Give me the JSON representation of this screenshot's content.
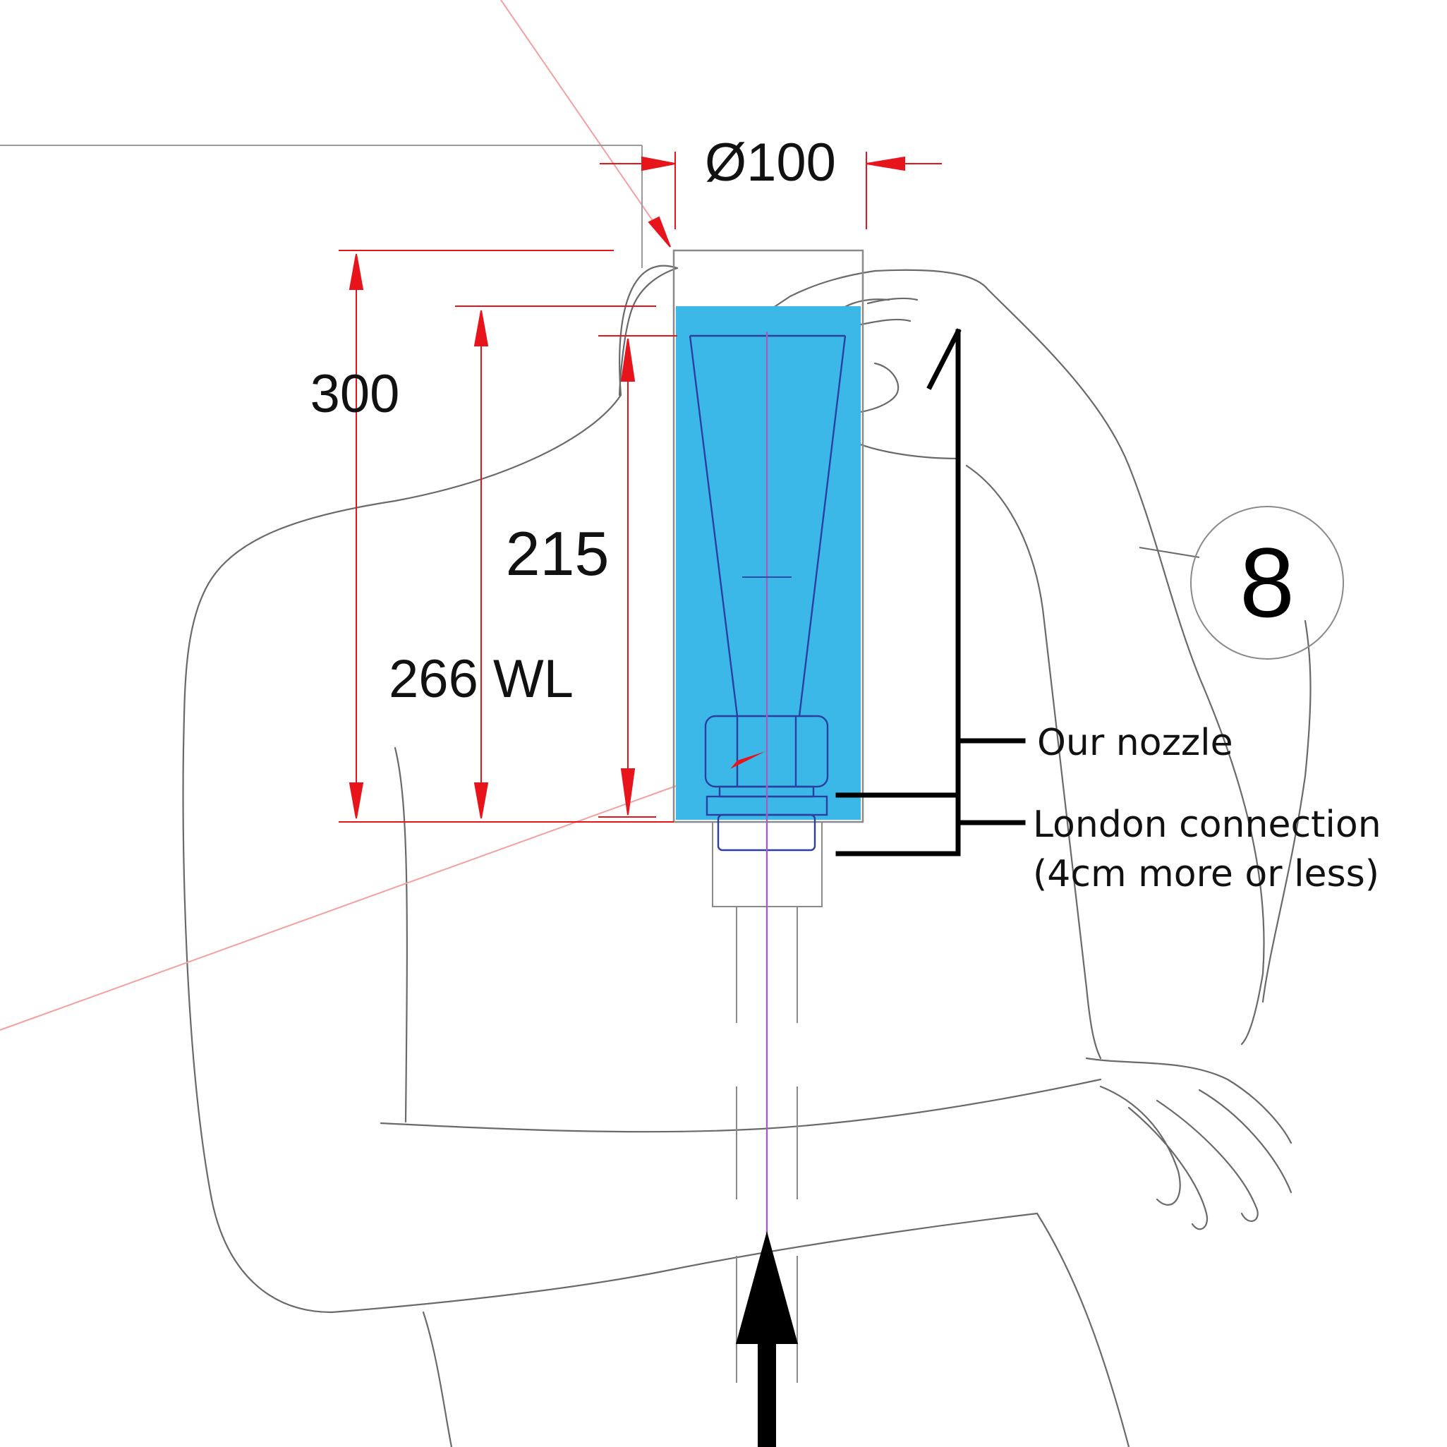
{
  "dimensions": {
    "diameter": "Ø100",
    "height_total": "300",
    "height_water_level": "266 WL",
    "height_nozzle": "215"
  },
  "notes": {
    "nozzle": "Our nozzle",
    "london_connection_line1": "London connection",
    "london_connection_line2": "(4cm more or less)"
  },
  "callout": {
    "item_number": "8"
  },
  "colors": {
    "water": "#3bb8e8",
    "dimension": "#e8141c",
    "leader": "#f08080",
    "outline": "#7a7a7a",
    "nozzle": "#2a3fa0",
    "centerline": "#a35fbf",
    "bracket": "#000000"
  },
  "icons": {
    "flow_arrow": "arrow-up-icon",
    "callout_circle": "circle-icon"
  }
}
